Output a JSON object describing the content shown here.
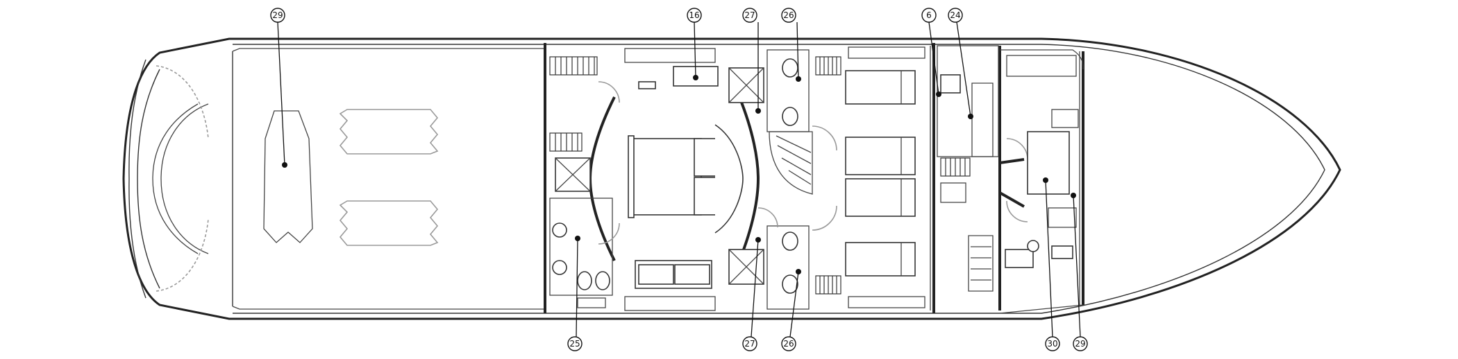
{
  "callouts": [
    {
      "id": "c1",
      "label": "29"
    },
    {
      "id": "c2",
      "label": "16"
    },
    {
      "id": "c3",
      "label": "27"
    },
    {
      "id": "c4",
      "label": "26"
    },
    {
      "id": "c5",
      "label": "6"
    },
    {
      "id": "c6",
      "label": "24"
    },
    {
      "id": "c7",
      "label": "25"
    },
    {
      "id": "c8",
      "label": "27"
    },
    {
      "id": "c9",
      "label": "26"
    },
    {
      "id": "c10",
      "label": "30"
    },
    {
      "id": "c11",
      "label": "29"
    }
  ]
}
